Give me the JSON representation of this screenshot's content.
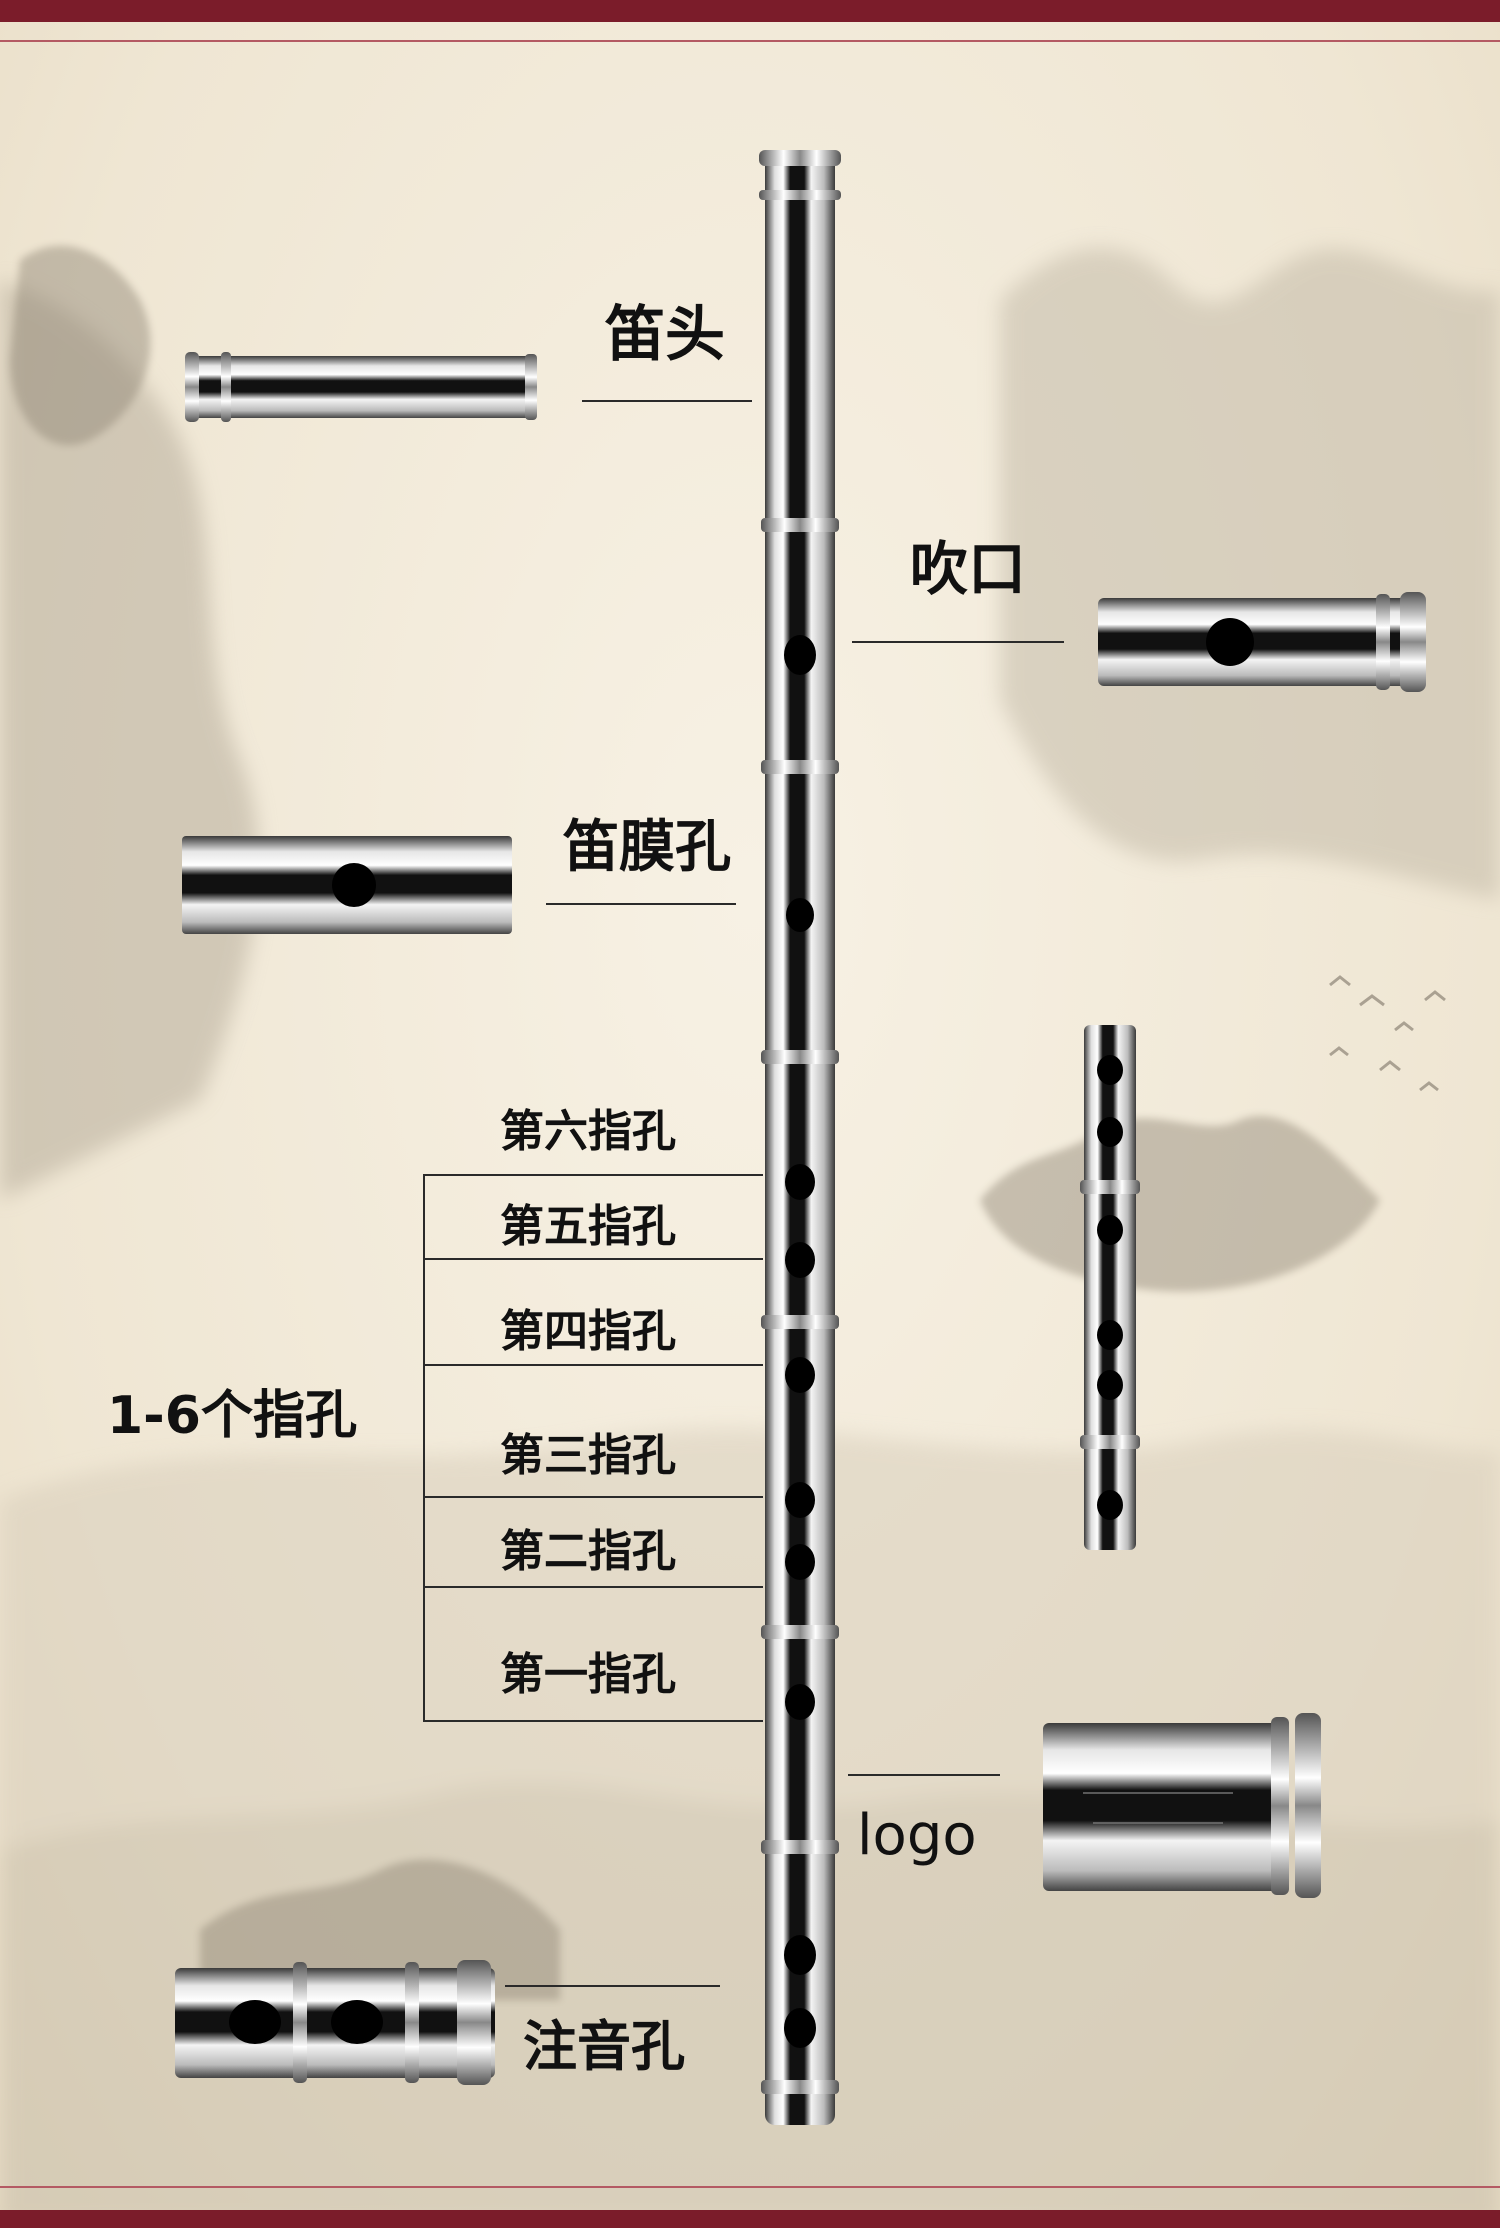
{
  "colors": {
    "frame": "#7b1c2a",
    "background": "#f3ecdd",
    "text": "#111111",
    "steel_dark": "#1c1c1c",
    "steel_light": "#f4f4f4"
  },
  "labels": {
    "head": "笛头",
    "embouchure": "吹口",
    "membrane_hole": "笛膜孔",
    "finger_holes_group": "1-6个指孔",
    "hole6": "第六指孔",
    "hole5": "第五指孔",
    "hole4": "第四指孔",
    "hole3": "第三指孔",
    "hole2": "第二指孔",
    "hole1": "第一指孔",
    "logo": "logo",
    "sound_holes": "注音孔"
  }
}
